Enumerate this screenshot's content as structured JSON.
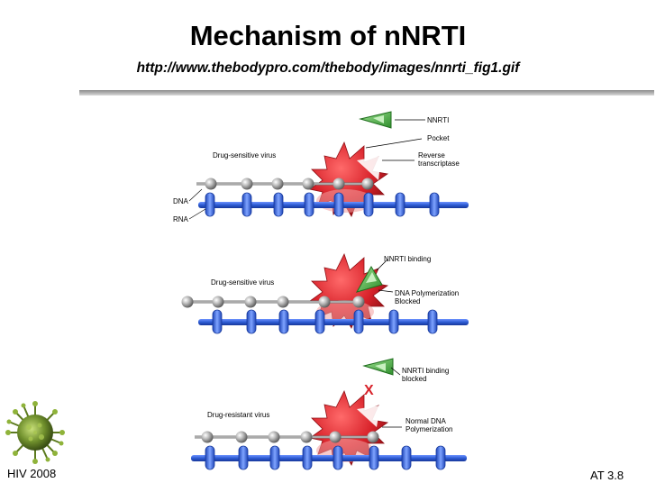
{
  "slide": {
    "title": "Mechanism of nNRTI",
    "subtitle": "http://www.thebodypro.com/thebody/images/nnrti_fig1.gif",
    "footer_left": "HIV 2008",
    "footer_right": "AT  3.8"
  },
  "diagram": {
    "panel1": {
      "virus_label": "Drug-sensitive virus",
      "callout_nnrti": "NNRTI",
      "callout_pocket": "Pocket",
      "callout_rt_line1": "Reverse",
      "callout_rt_line2": "transcriptase",
      "label_dna": "DNA",
      "label_rna": "RNA"
    },
    "panel2": {
      "virus_label": "Drug-sensitive virus",
      "callout_binding": "NNRTI binding",
      "callout_poly_line1": "DNA Polymerization",
      "callout_poly_line2": "Blocked"
    },
    "panel3": {
      "virus_label": "Drug-resistant virus",
      "callout_binding_line1": "NNRTI binding",
      "callout_binding_line2": "blocked",
      "callout_poly_line1": "Normal DNA",
      "callout_poly_line2": "Polymerization",
      "mark_x": "X"
    },
    "colors": {
      "rna_blue": "#2e5fd6",
      "enzyme_red": "#d8222a",
      "drug_green": "#3aa535",
      "bead_gray": "#9a9a9a"
    }
  }
}
